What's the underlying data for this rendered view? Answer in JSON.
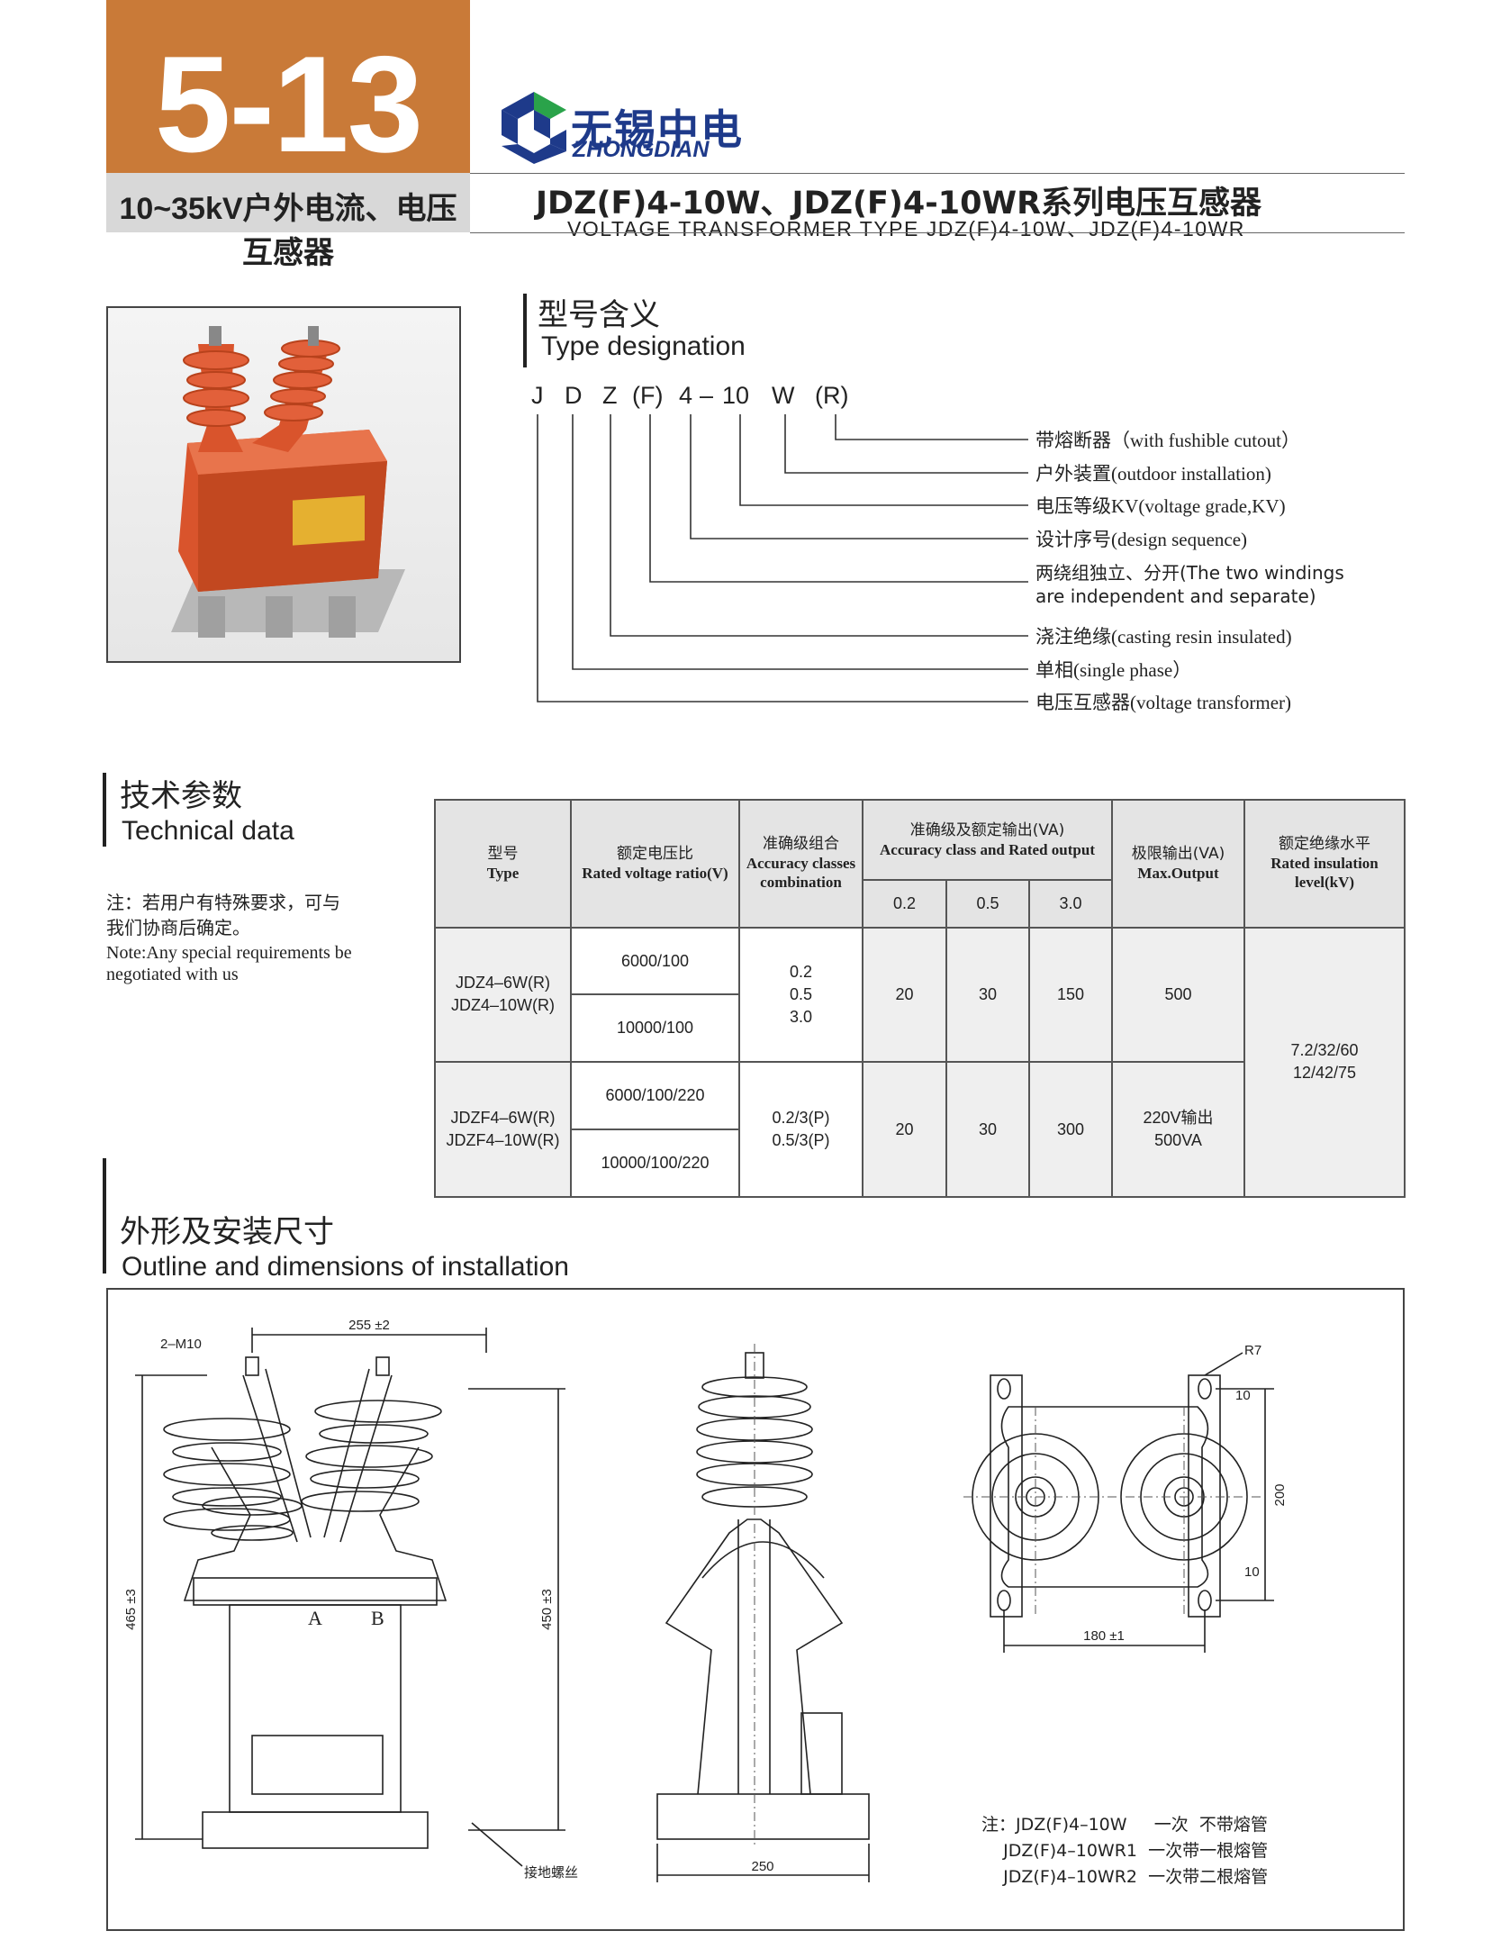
{
  "badge": {
    "number": "5-13",
    "subtitle": "10~35kV户外电流、电压互感器"
  },
  "logo": {
    "cn": "无锡中电",
    "en": "ZHONGDIAN"
  },
  "title": {
    "cn": "JDZ(F)4-10W、JDZ(F)4-10WR系列电压互感器",
    "en": "VOLTAGE TRANSFORMER TYPE JDZ(F)4-10W、JDZ(F)4-10WR"
  },
  "type_designation": {
    "heading_cn": "型号含义",
    "heading_en": "Type designation",
    "code": [
      "J",
      "D",
      "Z",
      "(F)",
      "4",
      "–",
      "10",
      "W",
      "(R)"
    ],
    "items": [
      "带熔断器（with fushible cutout）",
      "户外装置(outdoor installation)",
      "电压等级KV(voltage grade,KV)",
      "设计序号(design sequence)",
      "两绕组独立、分开(The two windings",
      "are independent and separate)",
      "浇注绝缘(casting resin insulated)",
      "单相(single phase）",
      "电压互感器(voltage transformer)"
    ]
  },
  "technical": {
    "heading_cn": "技术参数",
    "heading_en": "Technical data",
    "note_cn_1": "注：若用户有特殊要求，可与",
    "note_cn_2": "我们协商后确定。",
    "note_en": "Note:Any special requirements be negotiated with us",
    "table": {
      "h_type_cn": "型号",
      "h_type_en": "Type",
      "h_ratio_cn": "额定电压比",
      "h_ratio_en": "Rated voltage ratio(V)",
      "h_comb_cn": "准确级组合",
      "h_comb_en": "Accuracy classes combination",
      "h_out_cn": "准确级及额定输出(VA)",
      "h_out_en": "Accuracy class and Rated output",
      "h_class": [
        "0.2",
        "0.5",
        "3.0"
      ],
      "h_max_cn": "极限输出(VA)",
      "h_max_en": "Max.Output",
      "h_ins_cn": "额定绝缘水平",
      "h_ins_en": "Rated insulation level(kV)",
      "r1_type_a": "JDZ4–6W(R)",
      "r1_type_b": "JDZ4–10W(R)",
      "r1_ratio_a": "6000/100",
      "r1_ratio_b": "10000/100",
      "r1_comb_a": "0.2",
      "r1_comb_b": "0.5",
      "r1_comb_c": "3.0",
      "r1_out": [
        "20",
        "30",
        "150"
      ],
      "r1_max": "500",
      "ins_a": "7.2/32/60",
      "ins_b": "12/42/75",
      "r2_type_a": "JDZF4–6W(R)",
      "r2_type_b": "JDZF4–10W(R)",
      "r2_ratio_a": "6000/100/220",
      "r2_ratio_b": "10000/100/220",
      "r2_comb_a": "0.2/3(P)",
      "r2_comb_b": "0.5/3(P)",
      "r2_out": [
        "20",
        "30",
        "300"
      ],
      "r2_max_a": "220V输出",
      "r2_max_b": "500VA"
    }
  },
  "outline": {
    "heading_cn": "外形及安装尺寸",
    "heading_en": "Outline and dimensions of installation",
    "dims": {
      "bolt": "2–M10",
      "width_top": "255 ±2",
      "height_total": "465 ±3",
      "height_body": "450 ±3",
      "label_a": "A",
      "label_b": "B",
      "ground": "接地螺丝",
      "base": "250",
      "r7": "R7",
      "ten_a": "10",
      "ten_b": "10",
      "h200": "200",
      "w180": "180 ±1"
    },
    "note": "注：JDZ(F)4–10W     一次  不带熔管\n    JDZ(F)4–10WR1  一次带一根熔管\n    JDZ(F)4–10WR2  一次带二根熔管"
  },
  "colors": {
    "badge": "#c97a38",
    "logo_blue": "#1e3a8a",
    "logo_green": "#2aa34a",
    "product": "#d9542c"
  }
}
